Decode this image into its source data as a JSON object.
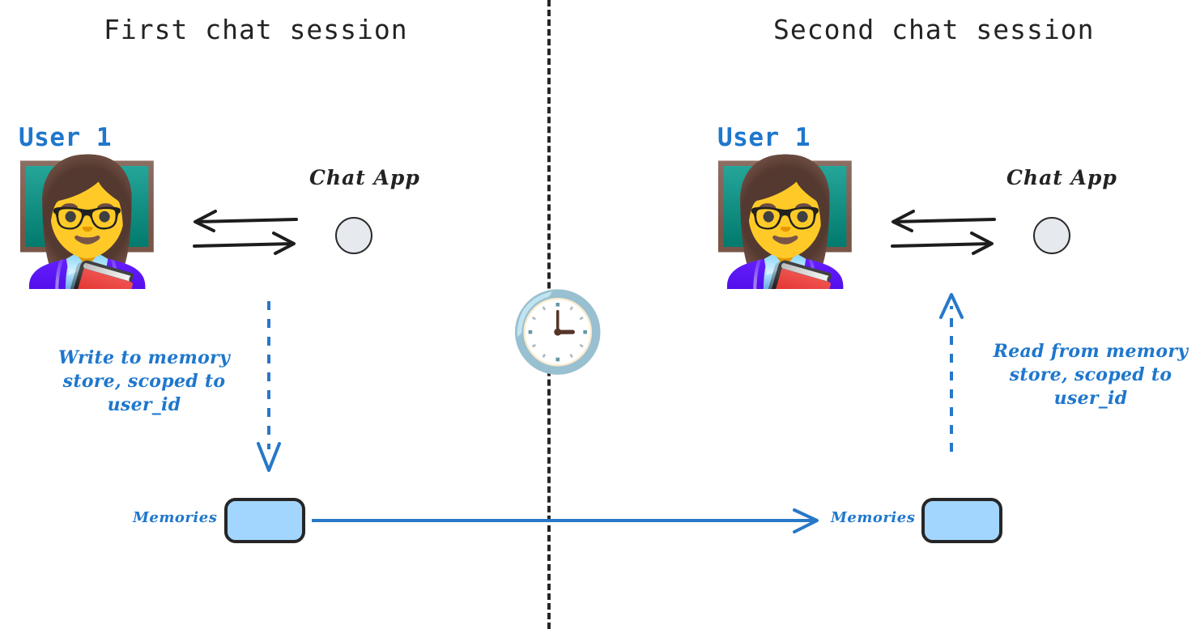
{
  "diagram": {
    "title_left": "First chat session",
    "title_right": "Second chat session",
    "accent_blue": "#1f77cc",
    "memory_fill": "#a2d6ff",
    "stroke_dark": "#262626",
    "app_circle_fill": "#e6eaee"
  },
  "left_session": {
    "title": "First chat session",
    "user_label": "User 1",
    "avatar_emoji": "👩‍🏫",
    "avatar_name": "woman-teacher",
    "app_label": "Chat App",
    "app_icon": "circle-icon",
    "exchange_arrows": [
      "arrow-left",
      "arrow-right"
    ],
    "annotation": "Write to memory\nstore, scoped to\nuser_id",
    "annotation_arrow": "dashed-arrow-down",
    "memory_label": "Memories",
    "memory_box": "memory-store-box"
  },
  "right_session": {
    "title": "Second chat session",
    "user_label": "User 1",
    "avatar_emoji": "👩‍🏫",
    "avatar_name": "woman-teacher",
    "app_label": "Chat App",
    "app_icon": "circle-icon",
    "exchange_arrows": [
      "arrow-left",
      "arrow-right"
    ],
    "annotation": "Read from memory\nstore, scoped to\nuser_id",
    "annotation_arrow": "dashed-arrow-up",
    "memory_label": "Memories",
    "memory_box": "memory-store-box"
  },
  "divider": {
    "type": "vertical-dashed-line",
    "clock_emoji": "🕒",
    "clock_meaning": "time-passes"
  },
  "persistence_arrow": {
    "type": "solid-blue-arrow-right",
    "from": "left-memory-box",
    "to": "right-memory-label"
  }
}
